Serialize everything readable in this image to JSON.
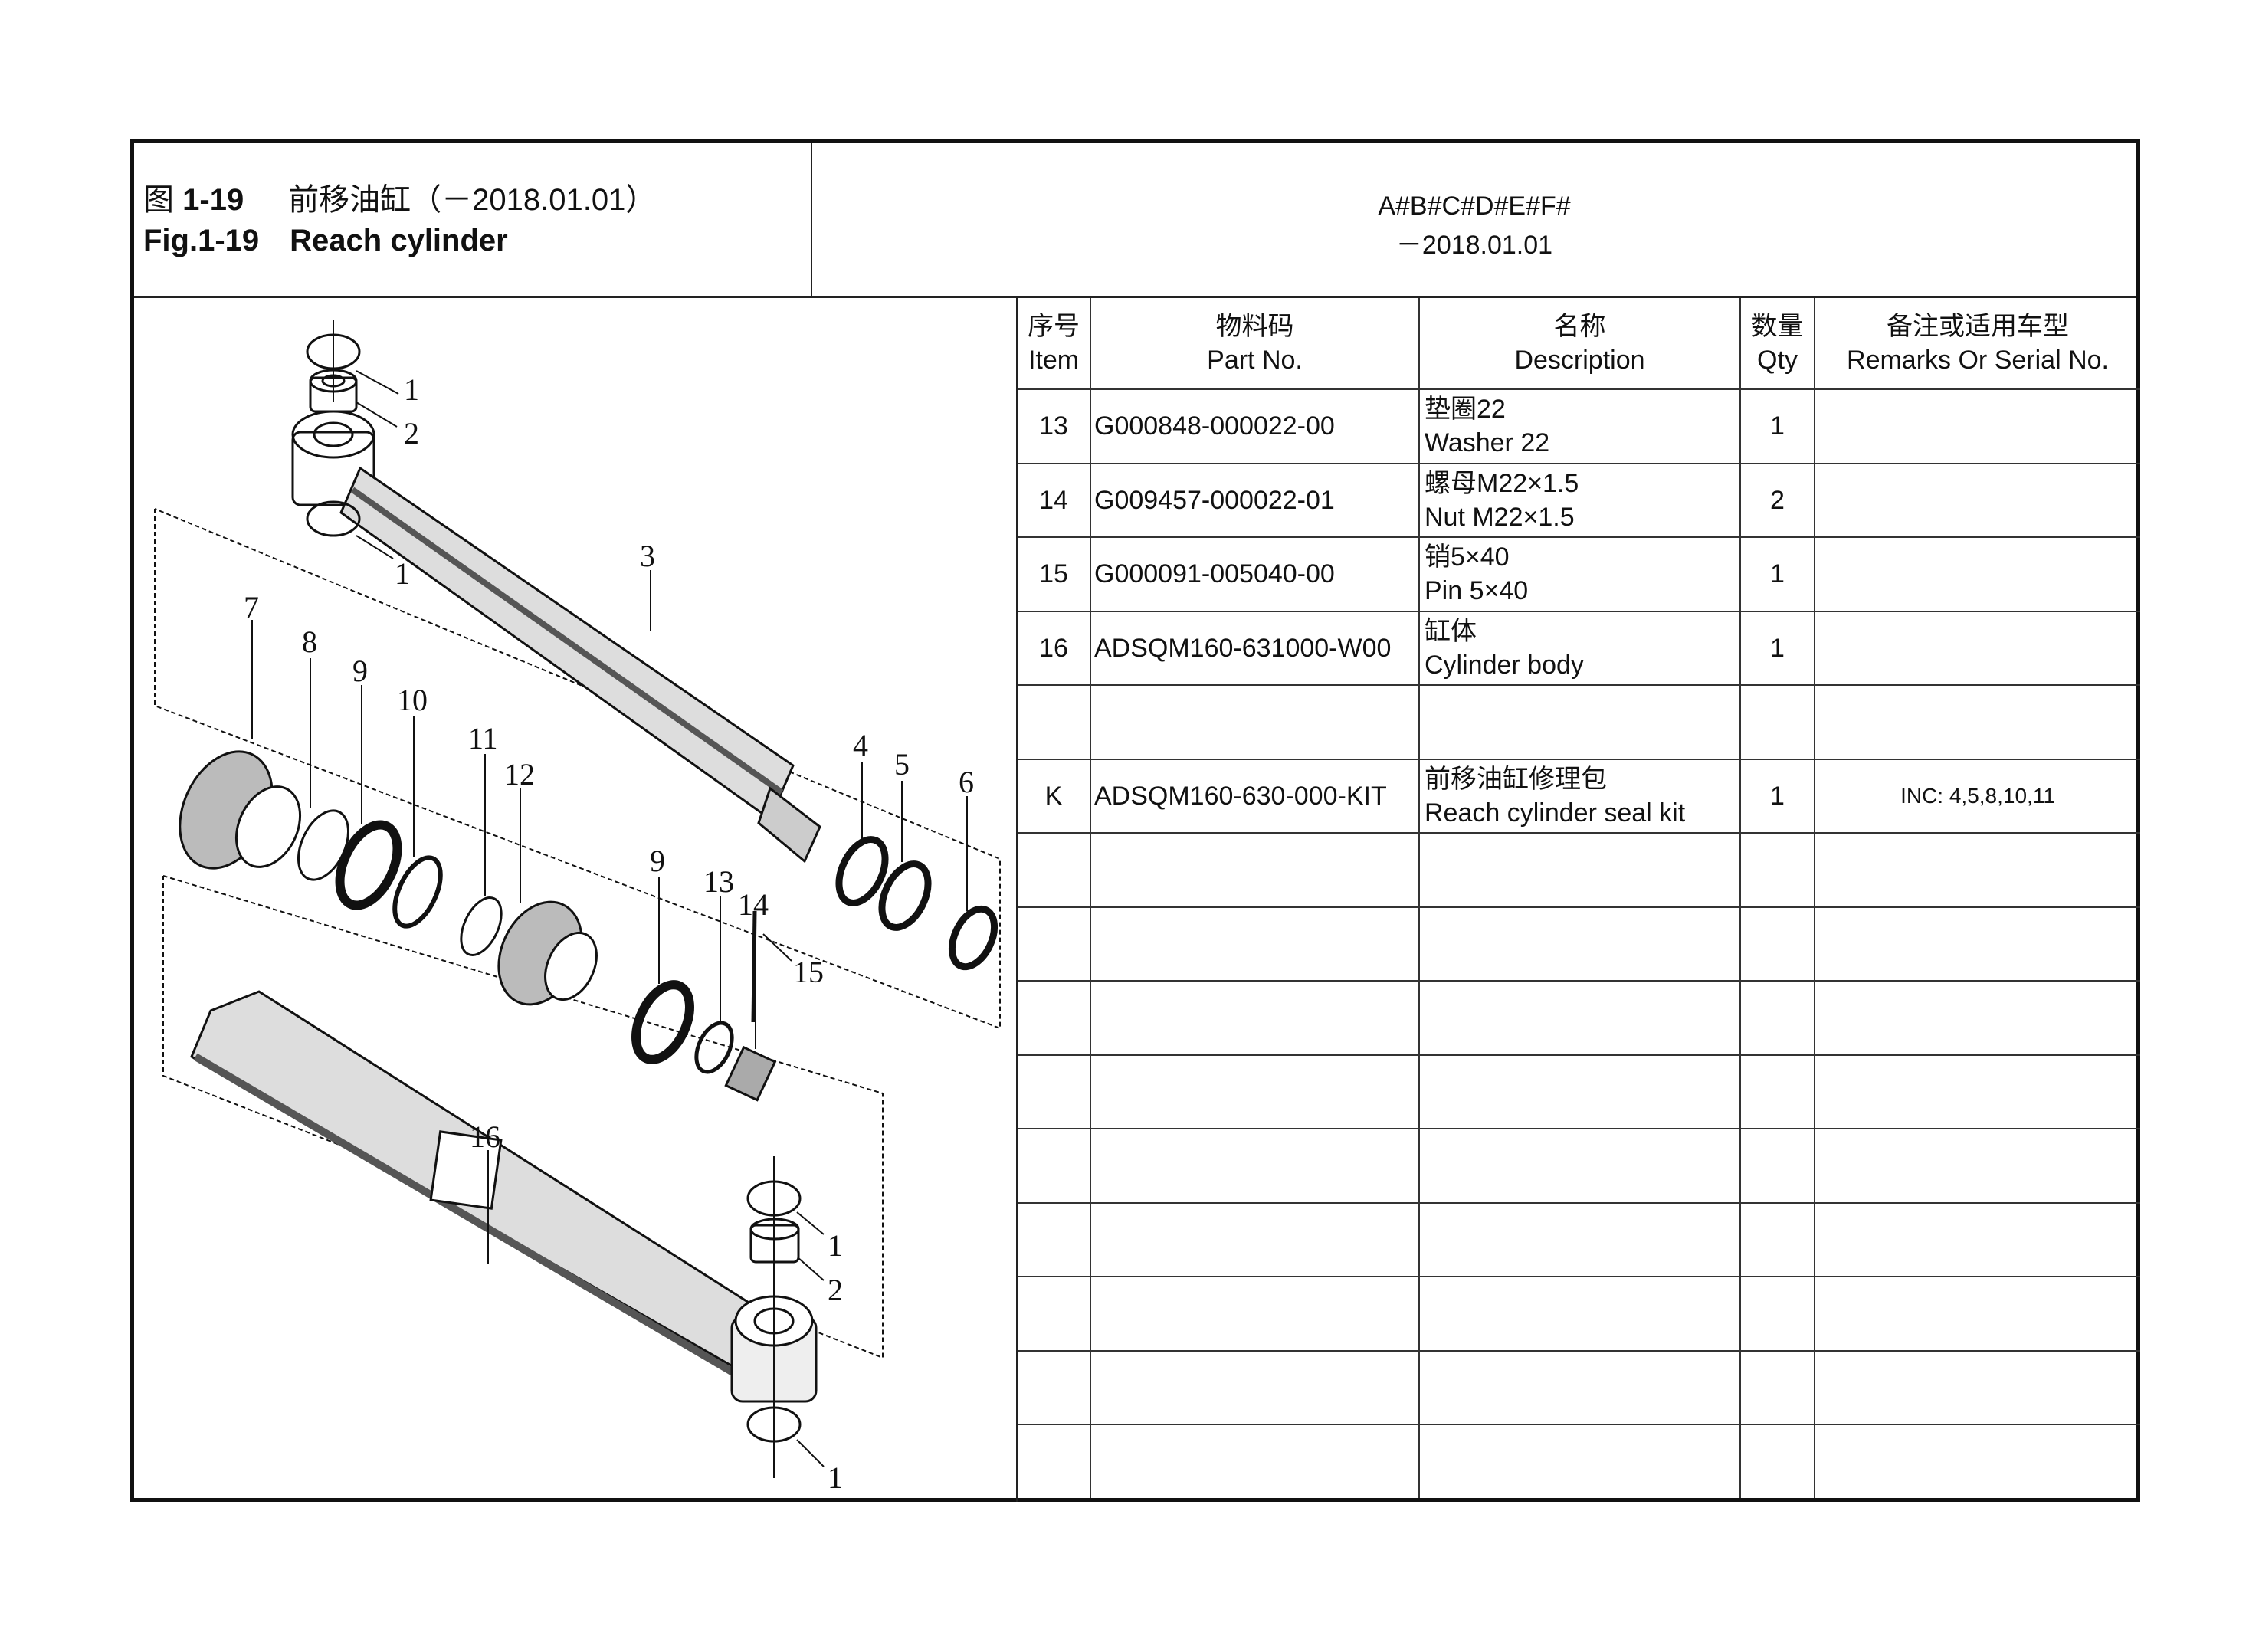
{
  "header": {
    "figure_cn_prefix": "图",
    "figure_number": "1-19",
    "title_cn": "前移油缸（－2018.01.01）",
    "figure_en_label": "Fig.1-19",
    "title_en": "Reach cylinder",
    "applicability_models": "A#B#C#D#E#F#",
    "applicability_date": "－2018.01.01"
  },
  "table": {
    "columns": [
      {
        "cn": "序号",
        "en": "Item"
      },
      {
        "cn": "物料码",
        "en": "Part No."
      },
      {
        "cn": "名称",
        "en": "Description"
      },
      {
        "cn": "数量",
        "en": "Qty"
      },
      {
        "cn": "备注或适用车型",
        "en": "Remarks Or Serial No."
      }
    ],
    "rows": [
      {
        "item": "13",
        "part_no": "G000848-000022-00",
        "desc_cn": "垫圈22",
        "desc_en": "Washer 22",
        "qty": "1",
        "remarks": ""
      },
      {
        "item": "14",
        "part_no": "G009457-000022-01",
        "desc_cn": "螺母M22×1.5",
        "desc_en": "Nut M22×1.5",
        "qty": "2",
        "remarks": ""
      },
      {
        "item": "15",
        "part_no": "G000091-005040-00",
        "desc_cn": "销5×40",
        "desc_en": "Pin 5×40",
        "qty": "1",
        "remarks": ""
      },
      {
        "item": "16",
        "part_no": "ADSQM160-631000-W00",
        "desc_cn": "缸体",
        "desc_en": "Cylinder body",
        "qty": "1",
        "remarks": ""
      },
      {
        "item": "",
        "part_no": "",
        "desc_cn": "",
        "desc_en": "",
        "qty": "",
        "remarks": ""
      },
      {
        "item": "K",
        "part_no": "ADSQM160-630-000-KIT",
        "desc_cn": "前移油缸修理包",
        "desc_en": "Reach cylinder seal kit",
        "qty": "1",
        "remarks": "INC: 4,5,8,10,11"
      },
      {
        "item": "",
        "part_no": "",
        "desc_cn": "",
        "desc_en": "",
        "qty": "",
        "remarks": ""
      },
      {
        "item": "",
        "part_no": "",
        "desc_cn": "",
        "desc_en": "",
        "qty": "",
        "remarks": ""
      },
      {
        "item": "",
        "part_no": "",
        "desc_cn": "",
        "desc_en": "",
        "qty": "",
        "remarks": ""
      },
      {
        "item": "",
        "part_no": "",
        "desc_cn": "",
        "desc_en": "",
        "qty": "",
        "remarks": ""
      },
      {
        "item": "",
        "part_no": "",
        "desc_cn": "",
        "desc_en": "",
        "qty": "",
        "remarks": ""
      },
      {
        "item": "",
        "part_no": "",
        "desc_cn": "",
        "desc_en": "",
        "qty": "",
        "remarks": ""
      },
      {
        "item": "",
        "part_no": "",
        "desc_cn": "",
        "desc_en": "",
        "qty": "",
        "remarks": ""
      },
      {
        "item": "",
        "part_no": "",
        "desc_cn": "",
        "desc_en": "",
        "qty": "",
        "remarks": ""
      },
      {
        "item": "",
        "part_no": "",
        "desc_cn": "",
        "desc_en": "",
        "qty": "",
        "remarks": ""
      }
    ]
  },
  "diagram": {
    "callouts": [
      "1",
      "2",
      "1",
      "3",
      "4",
      "5",
      "6",
      "7",
      "8",
      "9",
      "10",
      "11",
      "12",
      "9",
      "13",
      "14",
      "15",
      "16",
      "1",
      "2",
      "1"
    ]
  }
}
